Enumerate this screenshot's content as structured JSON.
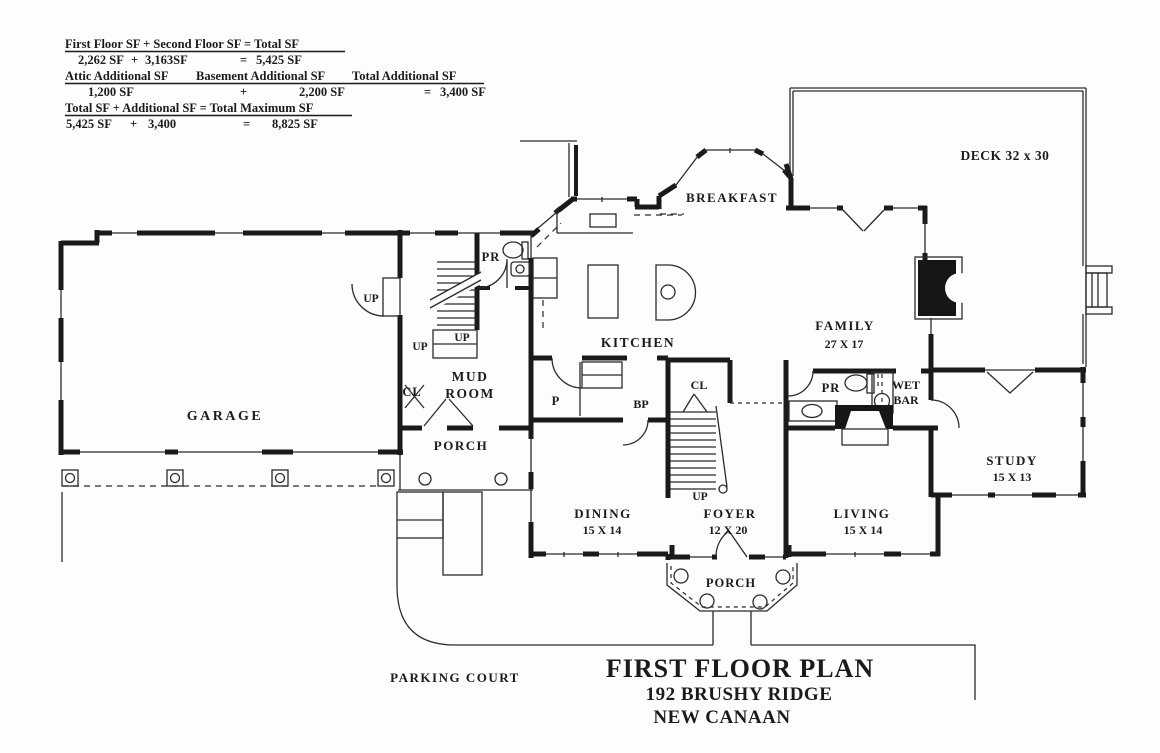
{
  "sf_table": {
    "row1_header": "First Floor SF + Second Floor SF = Total SF",
    "row1_value1": "2,262 SF",
    "row1_plus": "+",
    "row1_value2": "3,163SF",
    "row1_equals": "=",
    "row1_total": "5,425 SF",
    "row2_header1": "Attic Additional SF",
    "row2_header2": "Basement Additional SF",
    "row2_header3": "Total Additional SF",
    "row2_value1": "1,200 SF",
    "row2_plus": "+",
    "row2_value2": "2,200 SF",
    "row2_equals": "=",
    "row2_total": "3,400 SF",
    "row3_header": "Total SF + Additional SF = Total Maximum SF",
    "row3_value1": "5,425 SF",
    "row3_plus": "+",
    "row3_value2": "3,400",
    "row3_equals": "=",
    "row3_total": "8,825 SF"
  },
  "rooms": {
    "garage": "GARAGE",
    "rear_porch": "PORCH",
    "mud_room_line1": "MUD",
    "mud_room_line2": "ROOM",
    "mud_closet": "CL",
    "up_garage": "UP",
    "up_back_stair_1": "UP",
    "up_back_stair_2": "UP",
    "powder_room_rear": "PR",
    "kitchen": "KITCHEN",
    "breakfast": "BREAKFAST",
    "pantry": "P",
    "butlers_pantry": "BP",
    "family": "FAMILY",
    "family_dims": "27 X 17",
    "deck": "DECK 32 x 30",
    "stair_closet": "CL",
    "up_main_stair": "UP",
    "dining": "DINING",
    "dining_dims": "15 X 14",
    "foyer": "FOYER",
    "foyer_dims": "12 X 20",
    "living": "LIVING",
    "living_dims": "15 X 14",
    "study": "STUDY",
    "study_dims": "15 X 13",
    "powder_room_front": "PR",
    "wet_bar_line1": "WET",
    "wet_bar_line2": "BAR",
    "front_porch": "PORCH"
  },
  "site": {
    "parking_court": "PARKING COURT"
  },
  "title_block": {
    "plan_title": "FIRST FLOOR PLAN",
    "address": "192 BRUSHY RIDGE",
    "city": "NEW CANAAN"
  },
  "colors": {
    "ink": "#1b1b1b",
    "paper": "#fdfdfb"
  }
}
